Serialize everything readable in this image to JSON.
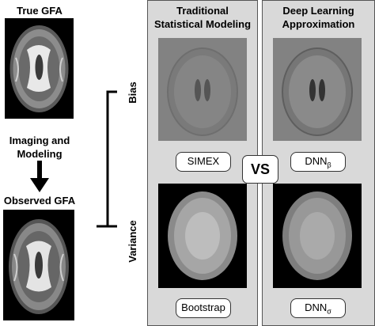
{
  "left": {
    "true_gfa_label": "True GFA",
    "imaging_label_line1": "Imaging and",
    "imaging_label_line2": "Modeling",
    "observed_gfa_label": "Observed GFA"
  },
  "bracket": {
    "bias_label": "Bias",
    "variance_label": "Variance"
  },
  "traditional": {
    "title_line1": "Traditional",
    "title_line2": "Statistical Modeling",
    "bias_method": "SIMEX",
    "variance_method": "Bootstrap"
  },
  "deep": {
    "title_line1": "Deep Learning",
    "title_line2": "Approximation",
    "bias_method": "DNN",
    "bias_subscript": "β",
    "variance_method": "DNN",
    "variance_subscript": "σ"
  },
  "vs_label": "VS",
  "colors": {
    "panel_bg": "#d9d9d9",
    "bias_image_bg": "#828282",
    "image_bg": "#000000"
  }
}
